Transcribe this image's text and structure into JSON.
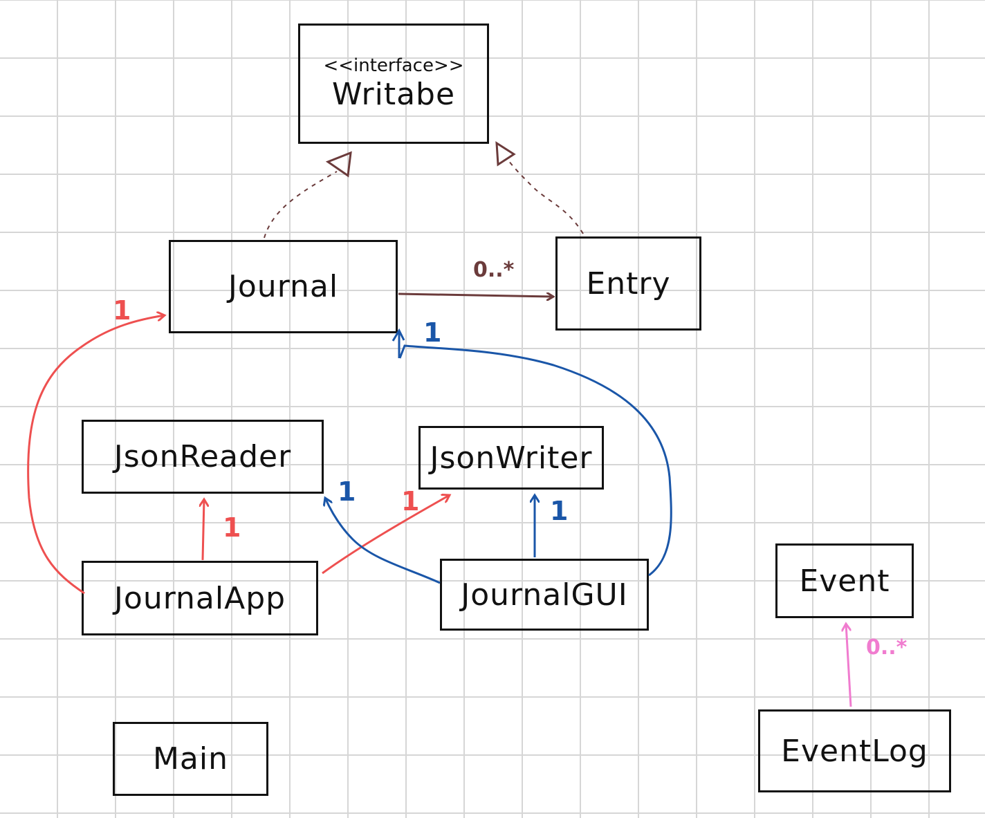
{
  "classes": {
    "writable": {
      "stereotype": "<<interface>>",
      "name": "Writabe"
    },
    "journal": {
      "name": "Journal"
    },
    "entry": {
      "name": "Entry"
    },
    "json_reader": {
      "name": "JsonReader"
    },
    "json_writer": {
      "name": "JsonWriter"
    },
    "journal_app": {
      "name": "JournalApp"
    },
    "journal_gui": {
      "name": "JournalGUI"
    },
    "main": {
      "name": "Main"
    },
    "event": {
      "name": "Event"
    },
    "event_log": {
      "name": "EventLog"
    }
  },
  "relations": {
    "journal_entry": {
      "multiplicity": "0..*"
    },
    "app_journal": {
      "multiplicity": "1"
    },
    "gui_journal": {
      "multiplicity": "1"
    },
    "app_reader": {
      "multiplicity": "1"
    },
    "app_writer": {
      "multiplicity": "1"
    },
    "gui_reader": {
      "multiplicity": "1"
    },
    "gui_writer": {
      "multiplicity": "1"
    },
    "eventlog_event": {
      "multiplicity": "0..*"
    }
  },
  "colors": {
    "brown": "#6b3b3b",
    "red": "#ee5050",
    "blue": "#1a56a8",
    "pink": "#f07ccf"
  }
}
